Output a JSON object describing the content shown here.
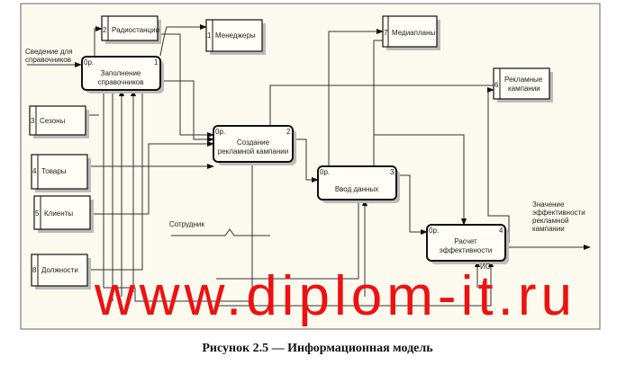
{
  "processes": [
    {
      "id": "1",
      "label_lines": [
        "Заполнение",
        "справочников"
      ],
      "tag": "0р."
    },
    {
      "id": "2",
      "label_lines": [
        "Создание",
        "рекламной кампании"
      ],
      "tag": "0р."
    },
    {
      "id": "3",
      "label_lines": [
        "Ввод данных"
      ],
      "tag": "0р."
    },
    {
      "id": "4",
      "label_lines": [
        "Расчет",
        "эффективности"
      ],
      "tag": "0р."
    }
  ],
  "stores": [
    {
      "id": "2",
      "label_lines": [
        "Радиостанции"
      ]
    },
    {
      "id": "1",
      "label_lines": [
        "Менеджеры"
      ]
    },
    {
      "id": "7",
      "label_lines": [
        "Медиапланы"
      ]
    },
    {
      "id": "6",
      "label_lines": [
        "Рекламные",
        "кампании"
      ]
    },
    {
      "id": "3",
      "label_lines": [
        "Сезоны"
      ]
    },
    {
      "id": "4",
      "label_lines": [
        "Товары"
      ]
    },
    {
      "id": "5",
      "label_lines": [
        "Клиенты"
      ]
    },
    {
      "id": "8",
      "label_lines": [
        "Должности"
      ]
    }
  ],
  "flows": {
    "input_lines": [
      "Сведение для",
      "справочников"
    ],
    "employee": "Сотрудник",
    "is": "ИС",
    "output_lines": [
      "Значение",
      "эффективности",
      "рекламной",
      "кампании"
    ]
  },
  "watermark": "www.diplom-it.ru",
  "caption": "Рисунок 2.5 — Информационная модель"
}
